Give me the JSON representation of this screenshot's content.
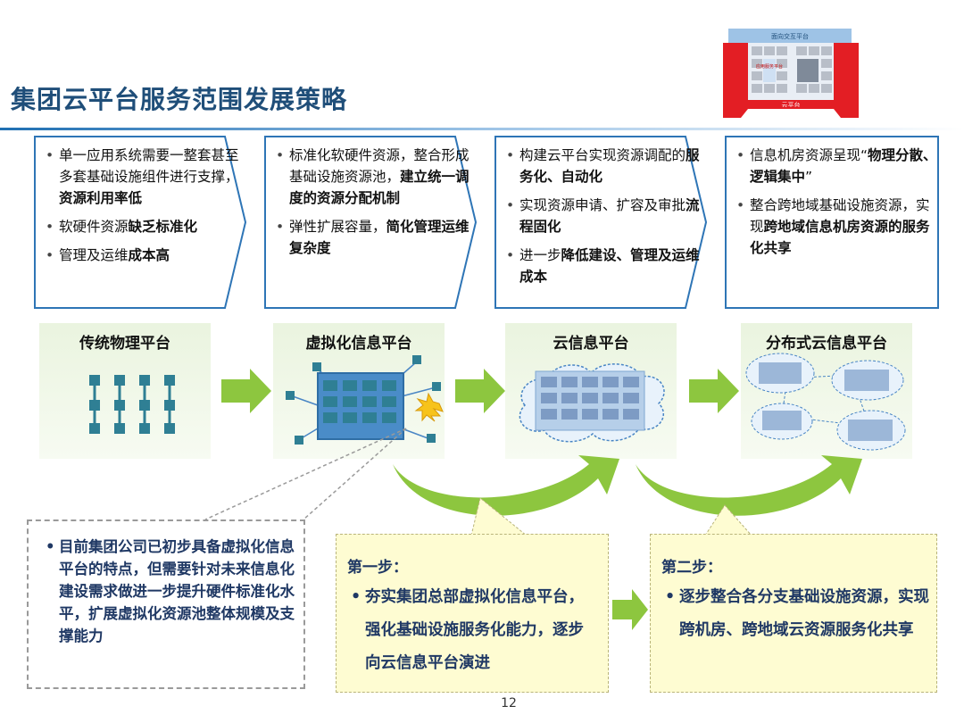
{
  "title": "集团云平台服务范围发展策略",
  "logo": {
    "top_label": "面向交互平台",
    "mid_label": "应用服务平台",
    "bottom_label": "云平台"
  },
  "stages": [
    {
      "platform": "传统物理平台",
      "bullets": [
        {
          "plain": "单一应用系统需要一整套甚至多套基础设施组件进行支撑，",
          "bold": "资源利用率低"
        },
        {
          "plain": "软硬件资源",
          "bold": "缺乏标准化"
        },
        {
          "plain": "管理及运维",
          "bold": "成本高"
        }
      ]
    },
    {
      "platform": "虚拟化信息平台",
      "bullets": [
        {
          "plain": "标准化软硬件资源，整合形成基础设施资源池，",
          "bold": "建立统一调度的资源分配机制"
        },
        {
          "plain": "弹性扩展容量，",
          "bold": "简化管理运维复杂度"
        }
      ]
    },
    {
      "platform": "云信息平台",
      "bullets": [
        {
          "plain": "构建云平台实现资源调配的",
          "bold": "服务化、自动化"
        },
        {
          "plain": "实现资源申请、扩容及审批",
          "bold": "流程固化"
        },
        {
          "plain": "进一步",
          "bold": "降低建设、管理及运维成本"
        }
      ]
    },
    {
      "platform": "分布式云信息平台",
      "bullets": [
        {
          "plain": "信息机房资源呈现“",
          "bold": "物理分散、逻辑集中",
          "tail": "”"
        },
        {
          "plain": "整合跨地域基础设施资源，实现",
          "bold": "跨地域信息机房资源的服务化共享"
        }
      ]
    }
  ],
  "note": "目前集团公司已初步具备虚拟化信息平台的特点，但需要针对未来信息化建设需求做进一步提升硬件标准化水平，扩展虚拟化资源池整体规模及支撑能力",
  "step1": {
    "title": "第一步：",
    "text": "夯实集团总部虚拟化信息平台，强化基础设施服务化能力，逐步向云信息平台演进"
  },
  "step2": {
    "title": "第二步：",
    "text": "逐步整合各分支基础设施资源，实现跨机房、跨地域云资源服务化共享"
  },
  "page_number": "12",
  "colors": {
    "title": "#1f4e79",
    "box_border": "#2e75b6",
    "arrow_green": "#8dc63f",
    "step_fill": "#fefcd2",
    "emphasis_text": "#1f3864"
  }
}
